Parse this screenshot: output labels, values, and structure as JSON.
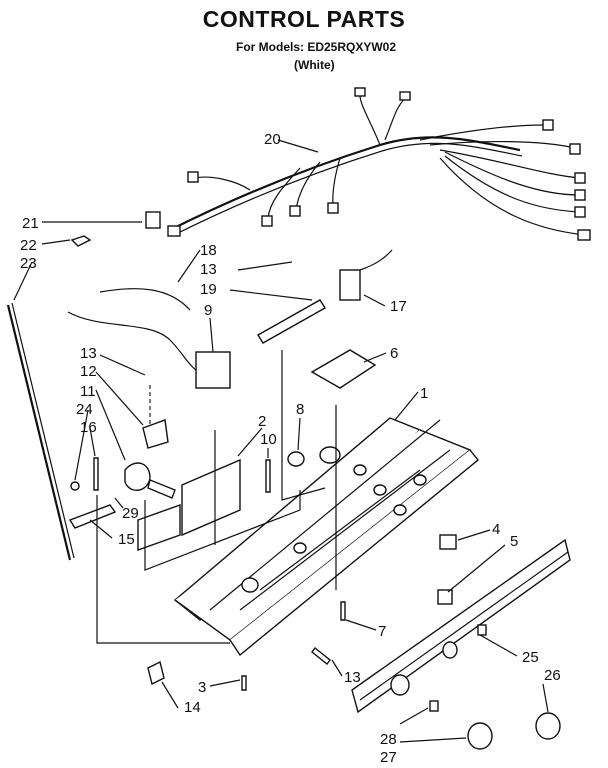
{
  "header": {
    "title": "CONTROL PARTS",
    "models_line": "For Models: ED25RQXYW02",
    "color_line": "(White)"
  },
  "callouts": {
    "c1": "1",
    "c2": "2",
    "c3": "3",
    "c4": "4",
    "c5": "5",
    "c6": "6",
    "c7": "7",
    "c8": "8",
    "c9": "9",
    "c10": "10",
    "c11": "11",
    "c12": "12",
    "c13a": "13",
    "c13b": "13",
    "c13c": "13",
    "c14": "14",
    "c15": "15",
    "c16": "16",
    "c17": "17",
    "c18": "18",
    "c19": "19",
    "c20": "20",
    "c21": "21",
    "c22": "22",
    "c23": "23",
    "c24": "24",
    "c25": "25",
    "c26": "26",
    "c27": "27",
    "c28": "28",
    "c29": "29"
  }
}
